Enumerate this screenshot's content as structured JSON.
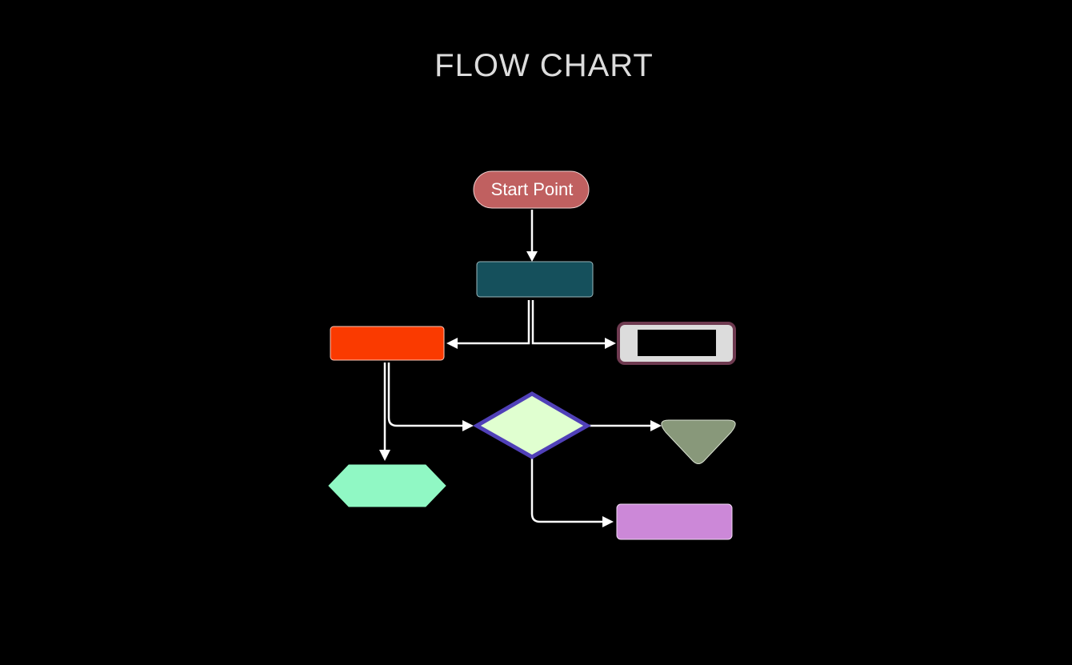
{
  "title": "FLOW CHART",
  "nodes": {
    "start": {
      "label": "Start Point",
      "shape": "stadium",
      "fill": "#c06060",
      "stroke": "#f0d0d0"
    },
    "process": {
      "label": "",
      "shape": "rounded-rectangle",
      "fill": "#15505c",
      "stroke": "#9ab8bd"
    },
    "left_box": {
      "label": "",
      "shape": "rounded-rectangle",
      "fill": "#fa3a00",
      "stroke": "#ffc8b8"
    },
    "right_box": {
      "label": "",
      "shape": "framed-rectangle",
      "fill": "#dcdcdc",
      "stroke": "#6e3a50",
      "inner_fill": "#000000"
    },
    "decision": {
      "label": "",
      "shape": "diamond",
      "fill": "#e0ffd0",
      "stroke": "#5040b8"
    },
    "funnel": {
      "label": "",
      "shape": "inverted-pentagon",
      "fill": "#88987a",
      "stroke": "#d8e0d0"
    },
    "hexagon": {
      "label": "",
      "shape": "hexagon",
      "fill": "#90f8c4",
      "stroke": "#90f8c4"
    },
    "bottom_box": {
      "label": "",
      "shape": "rounded-rectangle",
      "fill": "#cc88d8",
      "stroke": "#f0d8f4"
    }
  },
  "edges": [
    {
      "from": "start",
      "to": "process"
    },
    {
      "from": "process",
      "to": "left_box"
    },
    {
      "from": "process",
      "to": "right_box"
    },
    {
      "from": "left_box",
      "to": "hexagon"
    },
    {
      "from": "left_box",
      "to": "decision"
    },
    {
      "from": "decision",
      "to": "funnel"
    },
    {
      "from": "decision",
      "to": "bottom_box"
    }
  ],
  "colors": {
    "background": "#000000",
    "title": "#dcdcdc",
    "edge": "#ffffff"
  }
}
